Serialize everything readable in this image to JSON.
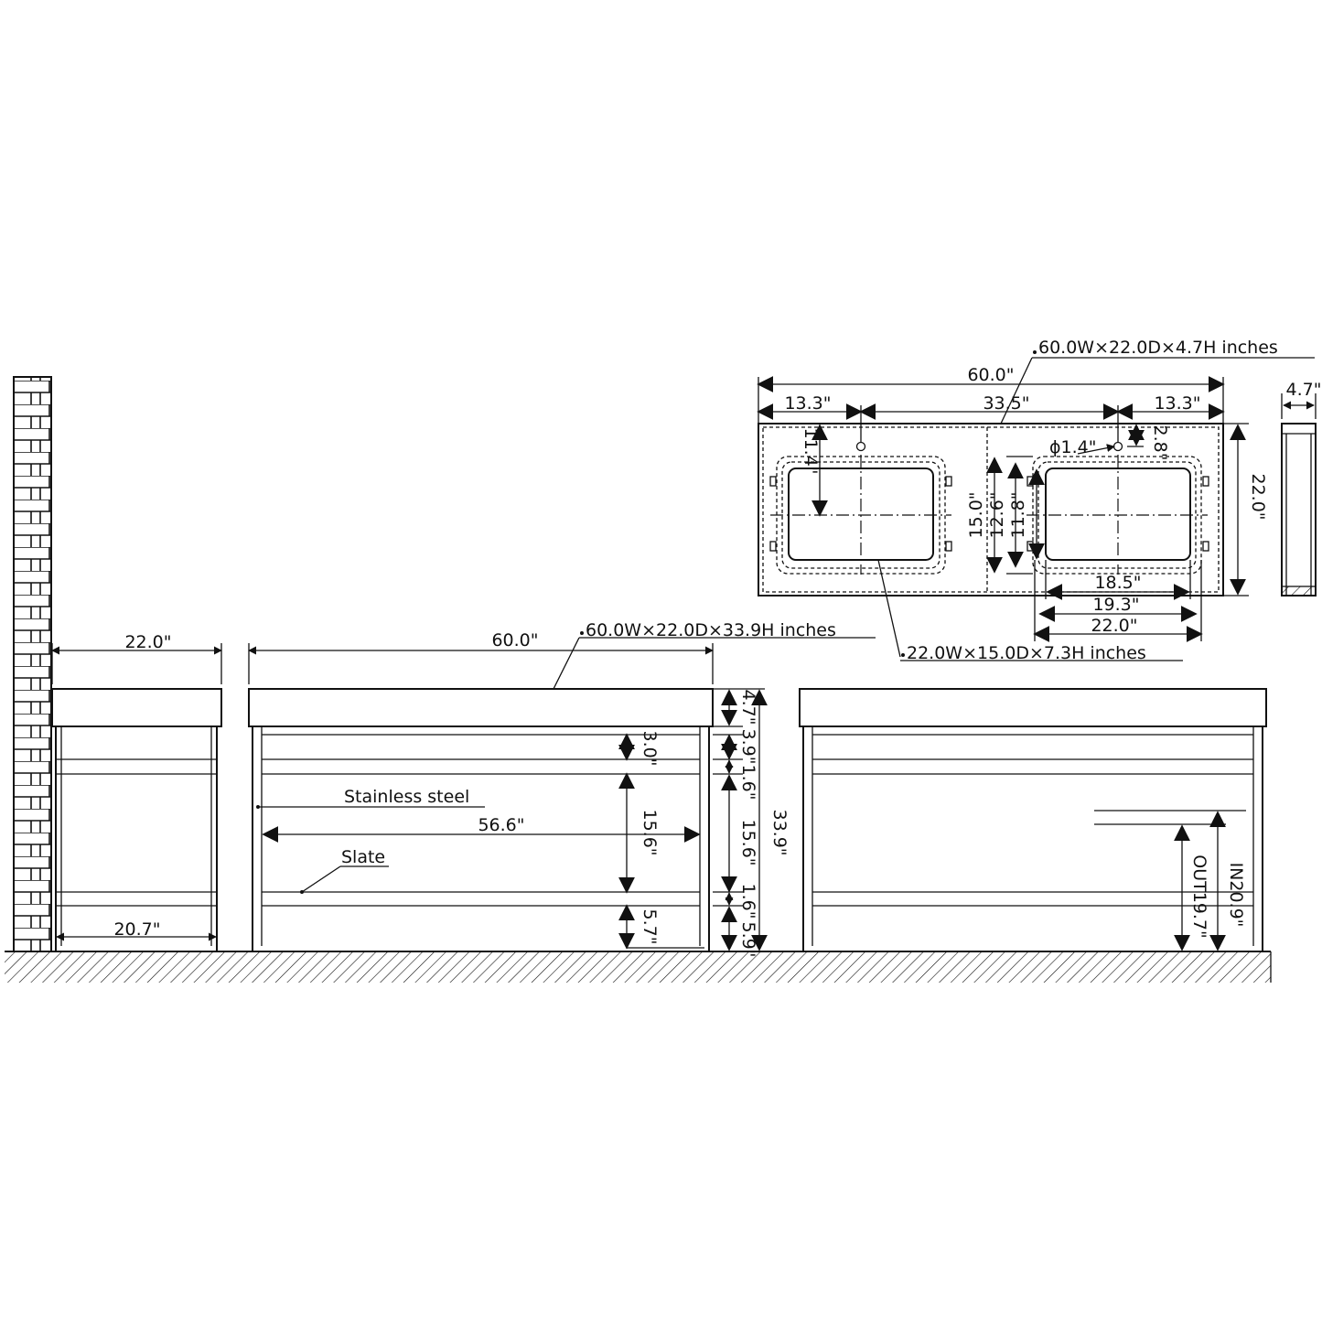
{
  "side_view": {
    "depth_top": "22.0\"",
    "depth_inner": "20.7\""
  },
  "front_view": {
    "width": "60.0\"",
    "spec": "60.0W×22.0D×33.9H inches",
    "material_top": "Stainless steel",
    "material_shelf": "Slate",
    "inner_width": "56.6\"",
    "drawer_gap": "3.0\"",
    "open_height": "15.6\"",
    "leg_height": "5.7\"",
    "dims_right": [
      "4.7\"",
      "3.9\"",
      "1.6\"",
      "15.6\"",
      "1.6\"",
      "5.9\""
    ],
    "total_height": "33.9\""
  },
  "back_view": {
    "inlet": "IN20.9\"",
    "outlet": "OUT19.7\""
  },
  "top_view": {
    "spec": "60.0W×22.0D×4.7H inches",
    "width": "60.0\"",
    "left_offset": "13.3\"",
    "center_spacing": "33.5\"",
    "right_offset": "13.3\"",
    "depth": "22.0\"",
    "thickness": "4.7\"",
    "faucet_hole": "ϕ1.4\"",
    "faucet_offset": "2.8\"",
    "front_offset": "11.4\"",
    "sink_outer_depth": "15.0\"",
    "sink_mid_depth": "12.6\"",
    "sink_inner_depth": "11.8\"",
    "sink_inner_width": "18.5\"",
    "sink_mid_width": "19.3\"",
    "sink_outer_width": "22.0\"",
    "sink_spec": "22.0W×15.0D×7.3H inches"
  }
}
